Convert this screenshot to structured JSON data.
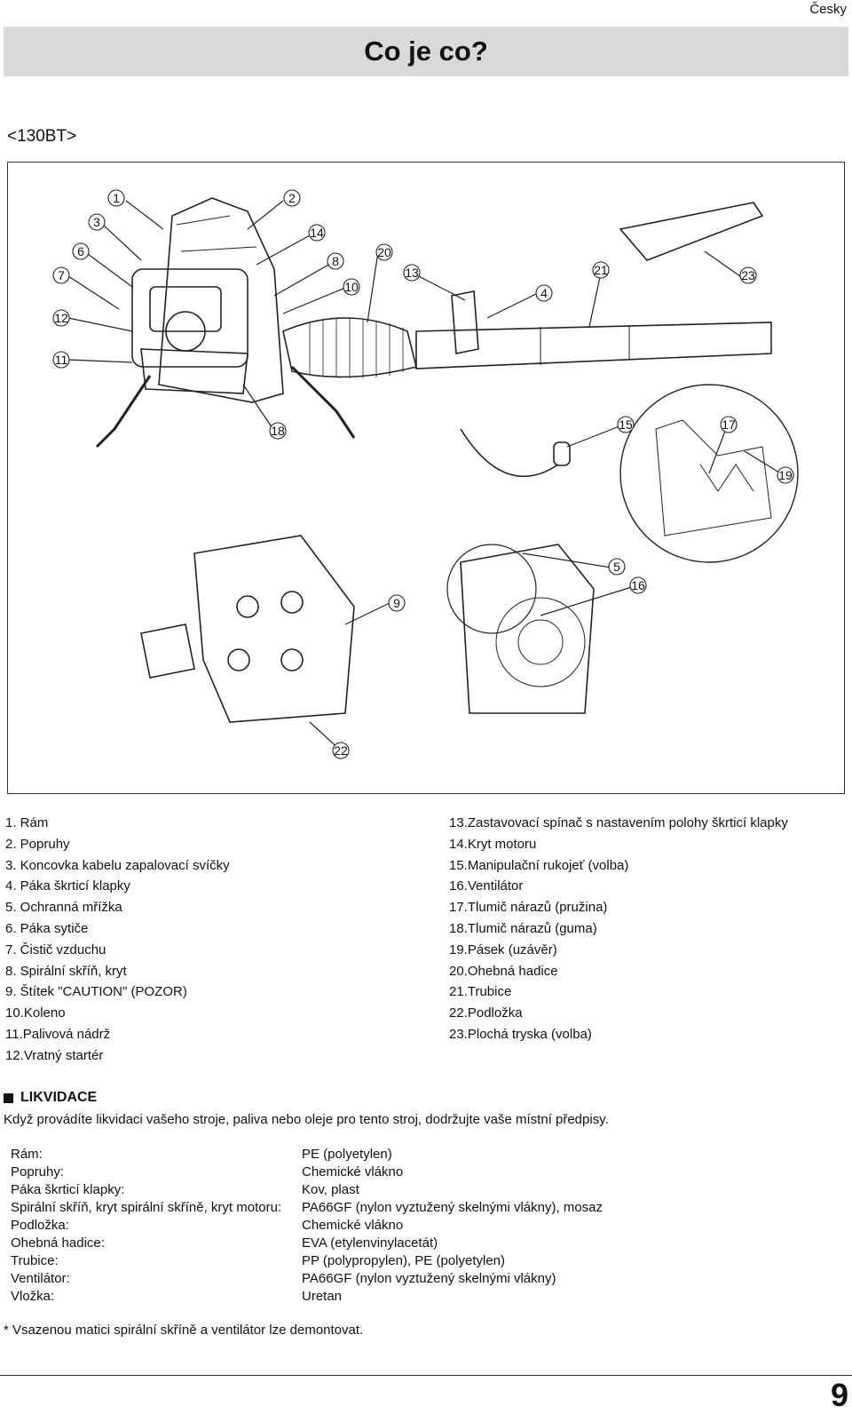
{
  "header": {
    "language": "Česky",
    "title": "Co je co?",
    "model": "<130BT>"
  },
  "callouts": [
    "1",
    "2",
    "3",
    "4",
    "5",
    "6",
    "7",
    "8",
    "9",
    "10",
    "11",
    "12",
    "13",
    "14",
    "15",
    "16",
    "17",
    "18",
    "19",
    "20",
    "21",
    "22",
    "23"
  ],
  "parts_left": [
    "1. Rám",
    "2. Popruhy",
    "3. Koncovka kabelu zapalovací svíčky",
    "4. Páka škrticí klapky",
    "5. Ochranná mřížka",
    "6. Páka sytiče",
    "7. Čistič vzduchu",
    "8. Spirální skříň, kryt",
    "9. Štítek \"CAUTION\" (POZOR)",
    "10.Koleno",
    "11.Palivová nádrž",
    "12.Vratný startér"
  ],
  "parts_right": [
    "13.Zastavovací spínač s nastavením polohy škrticí klapky",
    "14.Kryt motoru",
    "15.Manipulační rukojeť (volba)",
    "16.Ventilátor",
    "17.Tlumič nárazů (pružina)",
    "18.Tlumič nárazů (guma)",
    "19.Pásek (uzávěr)",
    "20.Ohebná hadice",
    "21.Trubice",
    "22.Podložka",
    "23.Plochá tryska (volba)"
  ],
  "disposal": {
    "heading": "LIKVIDACE",
    "intro": "Když provádíte likvidaci vašeho stroje, paliva nebo oleje pro tento stroj, dodržujte vaše místní předpisy.",
    "materials": [
      {
        "label": "Rám:",
        "value": "PE (polyetylen)"
      },
      {
        "label": "Popruhy:",
        "value": "Chemické vlákno"
      },
      {
        "label": "Páka škrticí klapky:",
        "value": "Kov, plast"
      },
      {
        "label": "Spirální skříň, kryt spirální skříně, kryt motoru:",
        "value": "PA66GF (nylon vyztužený skelnými vlákny), mosaz"
      },
      {
        "label": "Podložka:",
        "value": "Chemické vlákno"
      },
      {
        "label": "Ohebná hadice:",
        "value": "EVA (etylenvinylacetát)"
      },
      {
        "label": "Trubice:",
        "value": "PP (polypropylen), PE (polyetylen)"
      },
      {
        "label": "Ventilátor:",
        "value": "PA66GF (nylon vyztužený skelnými vlákny)"
      },
      {
        "label": "Vložka:",
        "value": "Uretan"
      }
    ],
    "footnote": "* Vsazenou matici spirální skříně a ventilátor lze demontovat."
  },
  "footer": {
    "page_number": "9"
  }
}
